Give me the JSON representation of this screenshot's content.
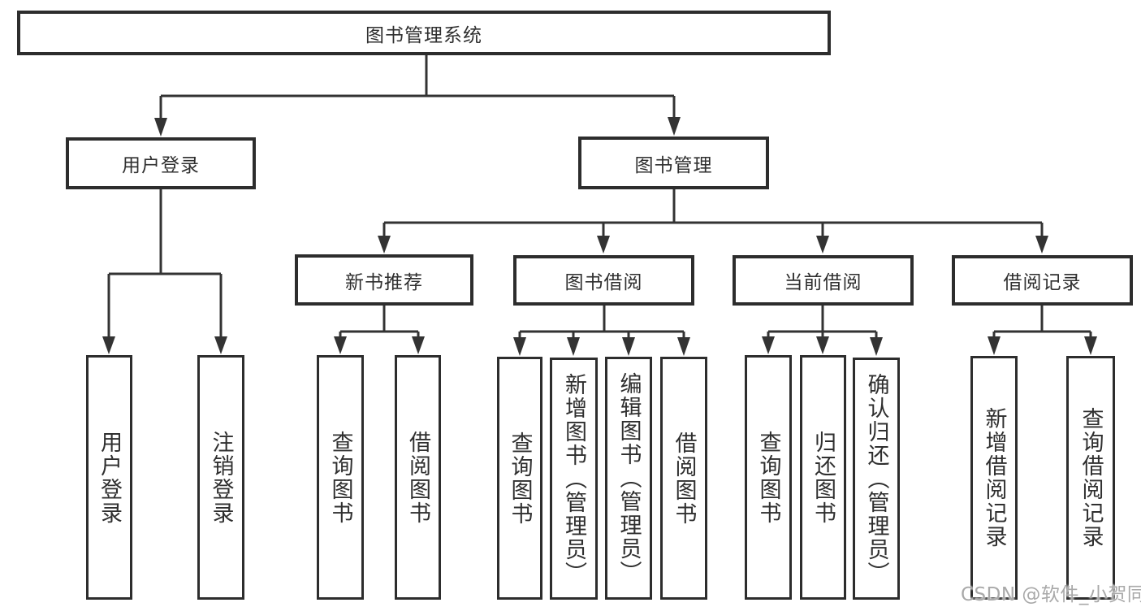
{
  "tree": {
    "label": "图书管理系统",
    "children": [
      {
        "label": "用户登录",
        "children": [
          {
            "label": "用户登录"
          },
          {
            "label": "注销登录"
          }
        ]
      },
      {
        "label": "图书管理",
        "children": [
          {
            "label": "新书推荐",
            "children": [
              {
                "label": "查询图书"
              },
              {
                "label": "借阅图书"
              }
            ]
          },
          {
            "label": "图书借阅",
            "children": [
              {
                "label": "查询图书"
              },
              {
                "label": "新增图书（管理员）"
              },
              {
                "label": "编辑图书（管理员）"
              },
              {
                "label": "借阅图书"
              }
            ]
          },
          {
            "label": "当前借阅",
            "children": [
              {
                "label": "查询图书"
              },
              {
                "label": "归还图书"
              },
              {
                "label": "确认归还（管理员）"
              }
            ]
          },
          {
            "label": "借阅记录",
            "children": [
              {
                "label": "新增借阅记录"
              },
              {
                "label": "查询借阅记录"
              }
            ]
          }
        ]
      }
    ]
  },
  "watermark": {
    "text": "CSDN @软件_小贺同学"
  },
  "colors": {
    "line": "#333333",
    "box_border": "#2d2d2d",
    "text": "#2f2f2f",
    "watermark": "#a9a9a9",
    "background": "#ffffff"
  }
}
